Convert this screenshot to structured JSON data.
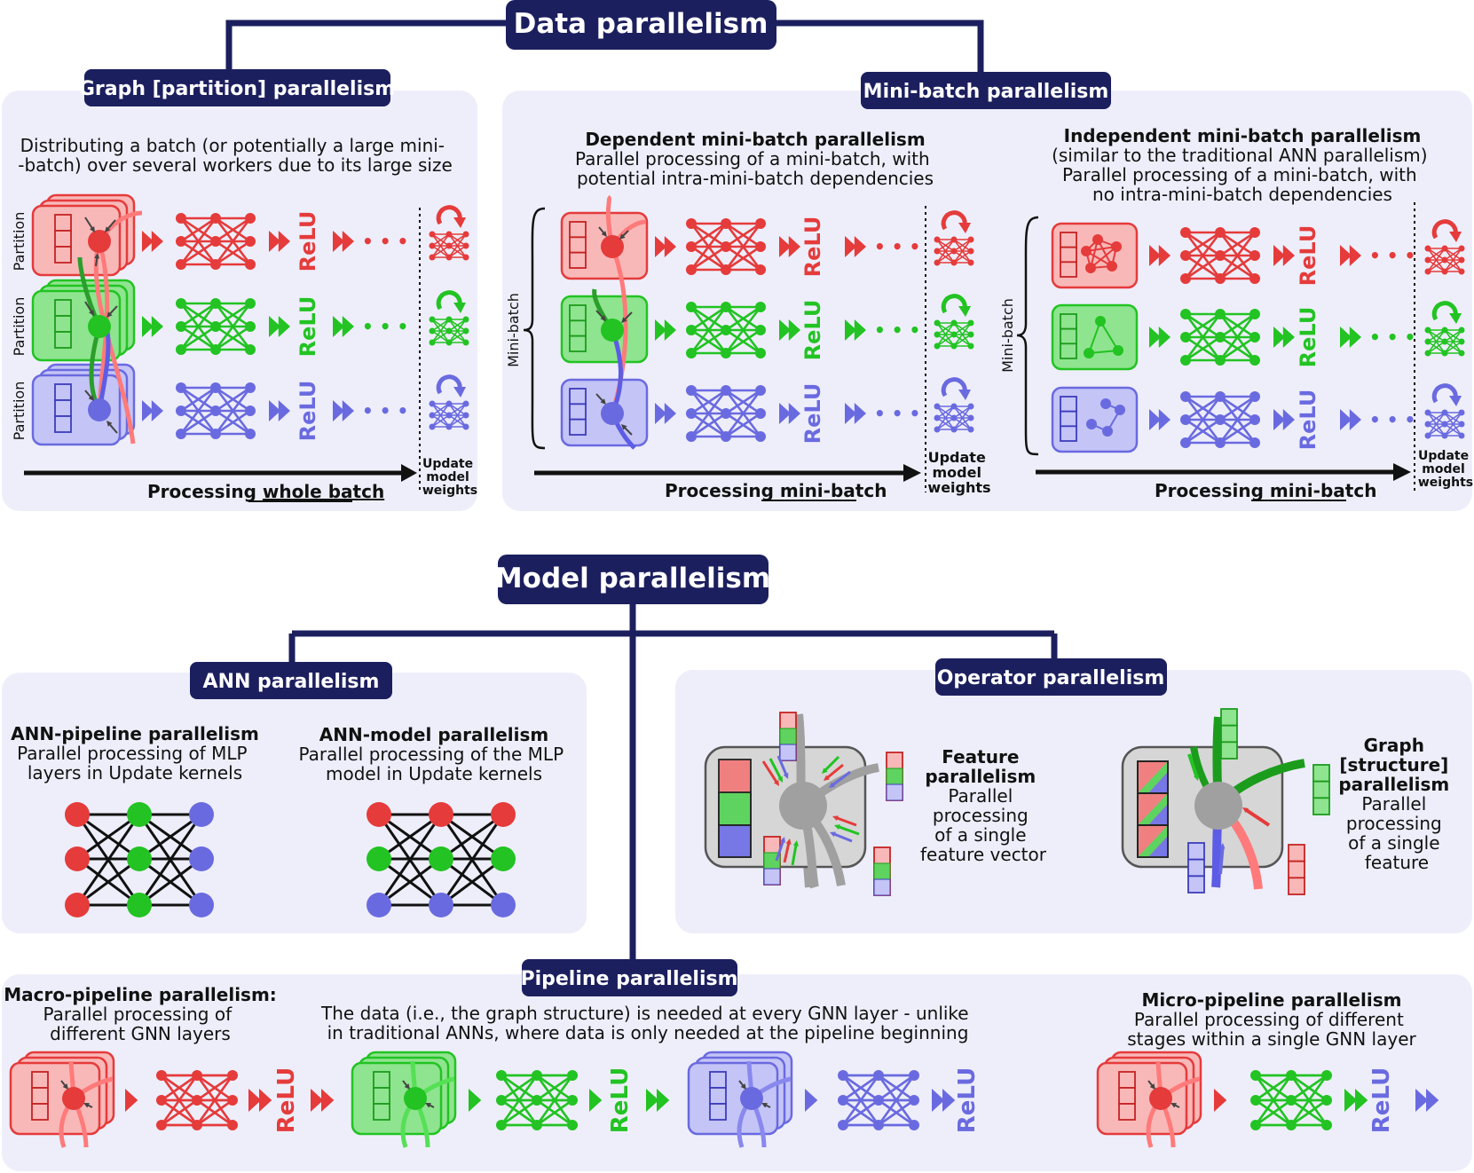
{
  "data_parallelism": {
    "title": "Data parallelism",
    "graph_partition": {
      "title": "Graph [partition] parallelism",
      "desc_lines": [
        "Distributing a batch (or potentially a large mini-",
        "-batch) over several workers due to its large size"
      ],
      "row_label": "Partition",
      "axis_prefix": "Processing ",
      "axis_emph": "whole batch",
      "update_lines": [
        "Update",
        "model",
        "weights"
      ]
    },
    "mini_batch": {
      "title": "Mini-batch parallelism",
      "dependent": {
        "title": "Dependent mini-batch parallelism",
        "desc_lines": [
          "Parallel processing of a mini-batch, with",
          "potential intra-mini-batch dependencies"
        ]
      },
      "independent": {
        "title": "Independent mini-batch parallelism",
        "desc_lines": [
          "(similar to the traditional ANN parallelism)",
          "Parallel processing of a mini-batch, with",
          "no intra-mini-batch dependencies"
        ]
      },
      "brace_label": "Mini-batch",
      "axis_prefix": "Processing ",
      "axis_emph": "mini-batch",
      "update_lines": [
        "Update",
        "model",
        "weights"
      ]
    }
  },
  "relu_label": "ReLU",
  "ellipsis": "• • •",
  "model_parallelism": {
    "title": "Model parallelism",
    "ann": {
      "title": "ANN parallelism",
      "pipeline": {
        "title": "ANN-pipeline parallelism",
        "desc_lines": [
          "Parallel processing of MLP",
          "layers in Update kernels"
        ]
      },
      "model": {
        "title": "ANN-model parallelism",
        "desc_lines": [
          "Parallel processing of the MLP",
          "model in Update kernels"
        ]
      }
    },
    "operator": {
      "title": "Operator parallelism",
      "feature": {
        "title_lines": [
          "Feature",
          "parallelism"
        ],
        "desc_lines": [
          "Parallel",
          "processing",
          "of a single",
          "feature vector"
        ]
      },
      "graph": {
        "title_lines": [
          "Graph",
          "[structure]",
          "parallelism"
        ],
        "desc_lines": [
          "Parallel",
          "processing",
          "of a single",
          "feature"
        ]
      }
    },
    "pipeline": {
      "title": "Pipeline parallelism",
      "macro": {
        "title": "Macro-pipeline parallelism:",
        "desc_lines": [
          "Parallel processing of",
          "different GNN layers"
        ]
      },
      "note_lines": [
        "The data (i.e., the graph structure) is needed at every GNN layer - unlike",
        "in traditional ANNs, where data is only needed at the pipeline beginning"
      ],
      "micro": {
        "title": "Micro-pipeline parallelism",
        "desc_lines": [
          "Parallel processing of different",
          "stages within a single GNN layer"
        ]
      }
    }
  },
  "colors": {
    "navy": "#1c1f5e",
    "red": "#e53b3b",
    "green": "#22c322",
    "blue": "#6a6ae0",
    "panel": "#eeeefb",
    "gray": "#a8a8a8"
  }
}
